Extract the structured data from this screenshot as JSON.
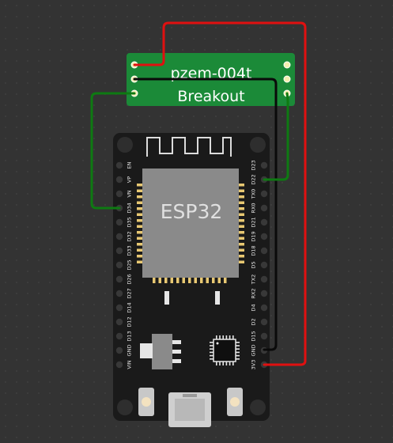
{
  "breakout": {
    "title_line1": "pzem-004t",
    "title_line2": "Breakout"
  },
  "chip": {
    "label": "ESP32"
  },
  "left_pins": [
    "EN",
    "VP",
    "VN",
    "D34",
    "D35",
    "D32",
    "D33",
    "D25",
    "D26",
    "D27",
    "D14",
    "D12",
    "D13",
    "GND",
    "VIN"
  ],
  "right_pins": [
    "D23",
    "D22",
    "TX0",
    "RX0",
    "D21",
    "D19",
    "D18",
    "D5",
    "TX2",
    "RX2",
    "D4",
    "D2",
    "D15",
    "GND",
    "3V3"
  ],
  "colors": {
    "wire_red": "#e01010",
    "wire_black": "#0a0a0a",
    "wire_green": "#0e7a12",
    "board": "#1a1a1a",
    "breakout": "#1b8a38",
    "chip": "#8a8a8a"
  }
}
